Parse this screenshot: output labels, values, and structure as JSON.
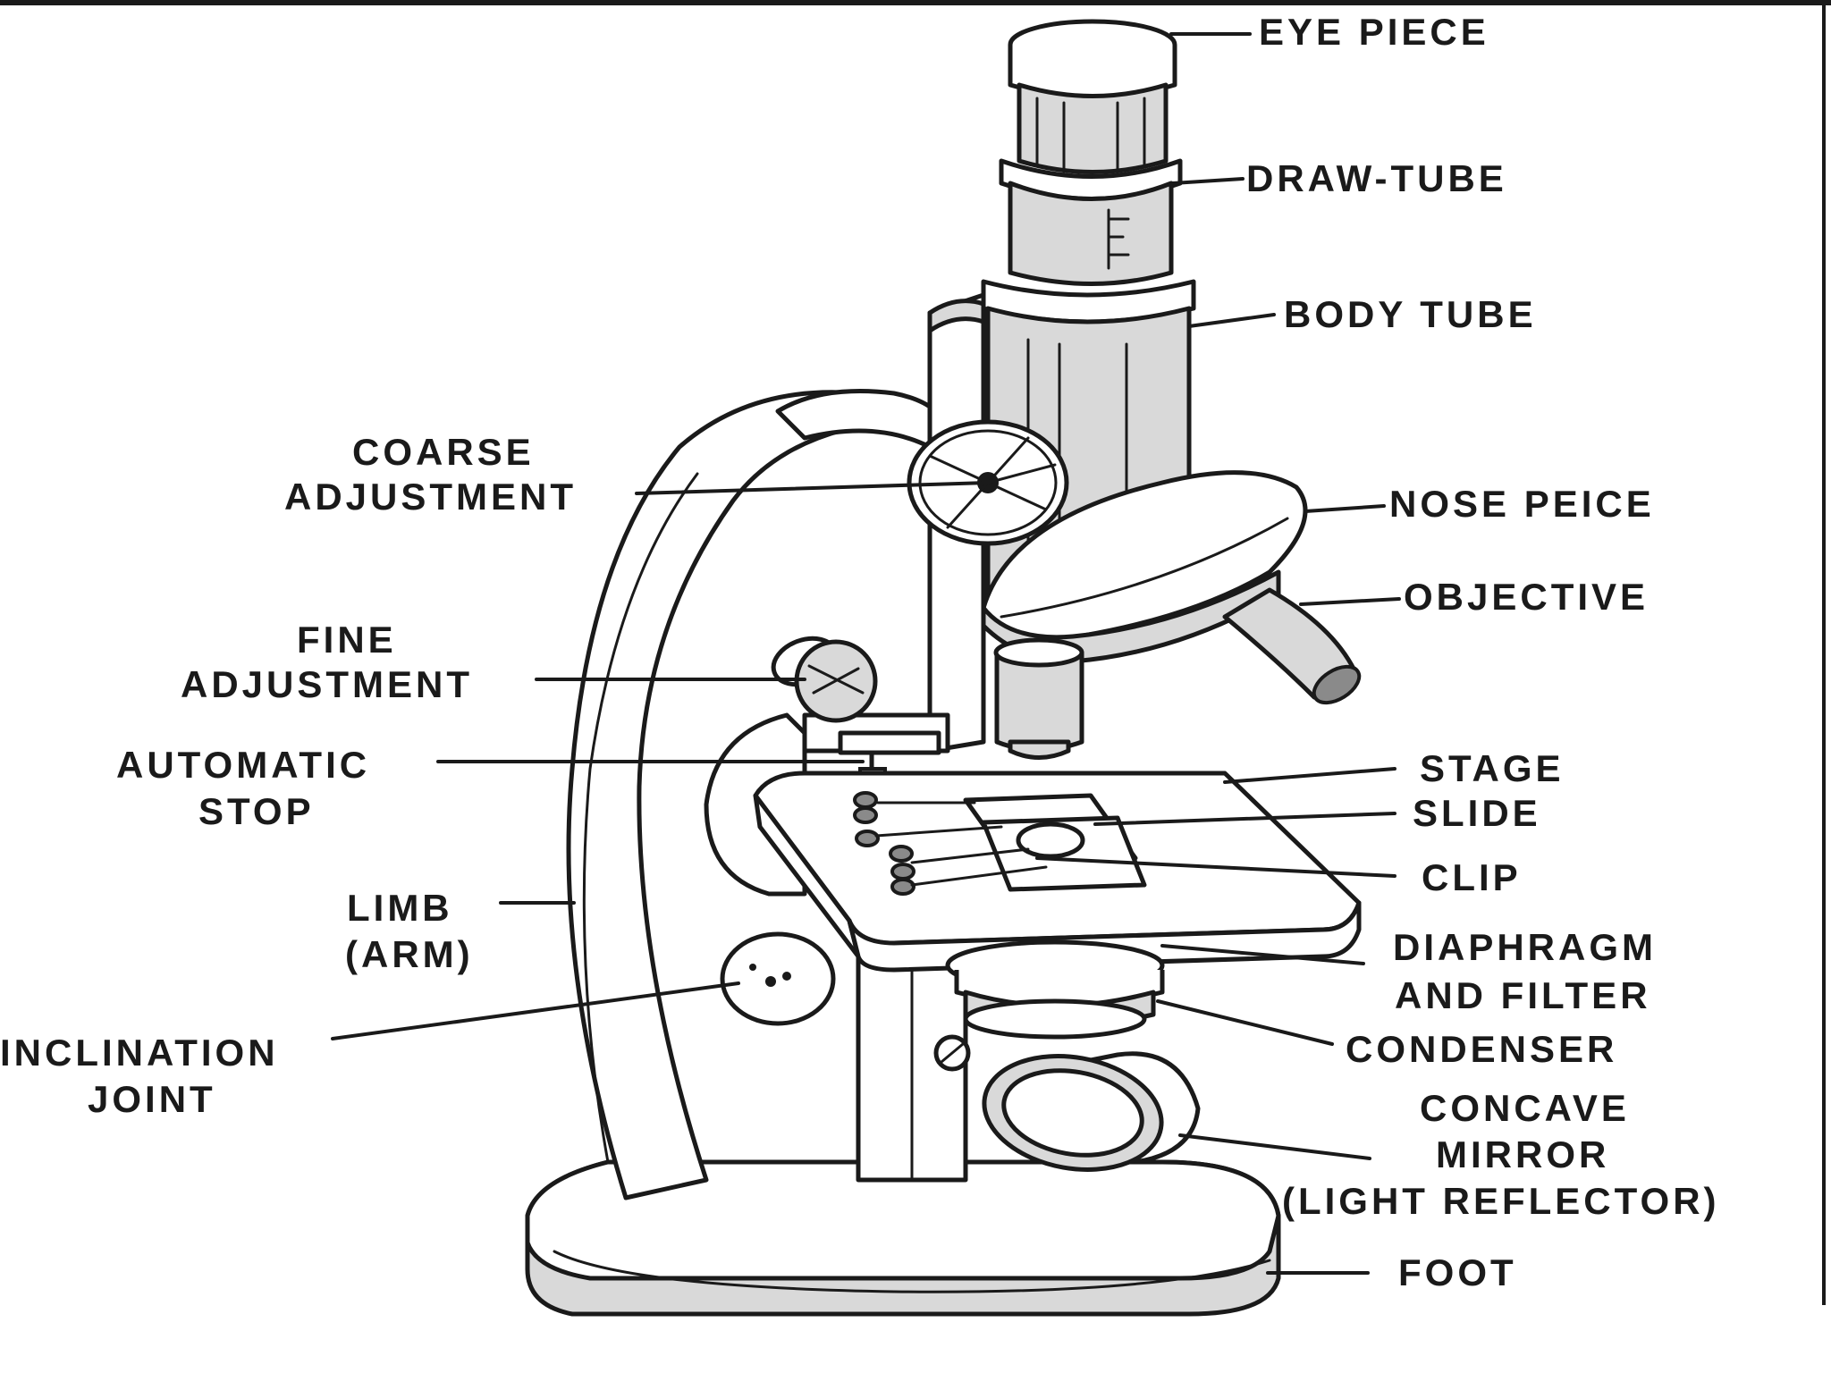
{
  "labels": {
    "eye_piece": "EYE PIECE",
    "draw_tube": "DRAW-TUBE",
    "body_tube": "BODY TUBE",
    "coarse_adjustment_1": "COARSE",
    "coarse_adjustment_2": "ADJUSTMENT",
    "nose_piece": "NOSE PEICE",
    "objective": "OBJECTIVE",
    "fine_adjustment_1": "FINE",
    "fine_adjustment_2": "ADJUSTMENT",
    "automatic_stop_1": "AUTOMATIC",
    "automatic_stop_2": "STOP",
    "stage": "STAGE",
    "slide": "SLIDE",
    "clip": "CLIP",
    "limb_1": "LIMB",
    "limb_2": "(ARM)",
    "diaphragm_1": "DIAPHRAGM",
    "diaphragm_2": "AND FILTER",
    "condenser": "CONDENSER",
    "inclination_1": "INCLINATION",
    "inclination_2": "JOINT",
    "mirror_1": "CONCAVE",
    "mirror_2": "MIRROR",
    "mirror_3": "(LIGHT REFLECTOR)",
    "foot": "FOOT"
  }
}
